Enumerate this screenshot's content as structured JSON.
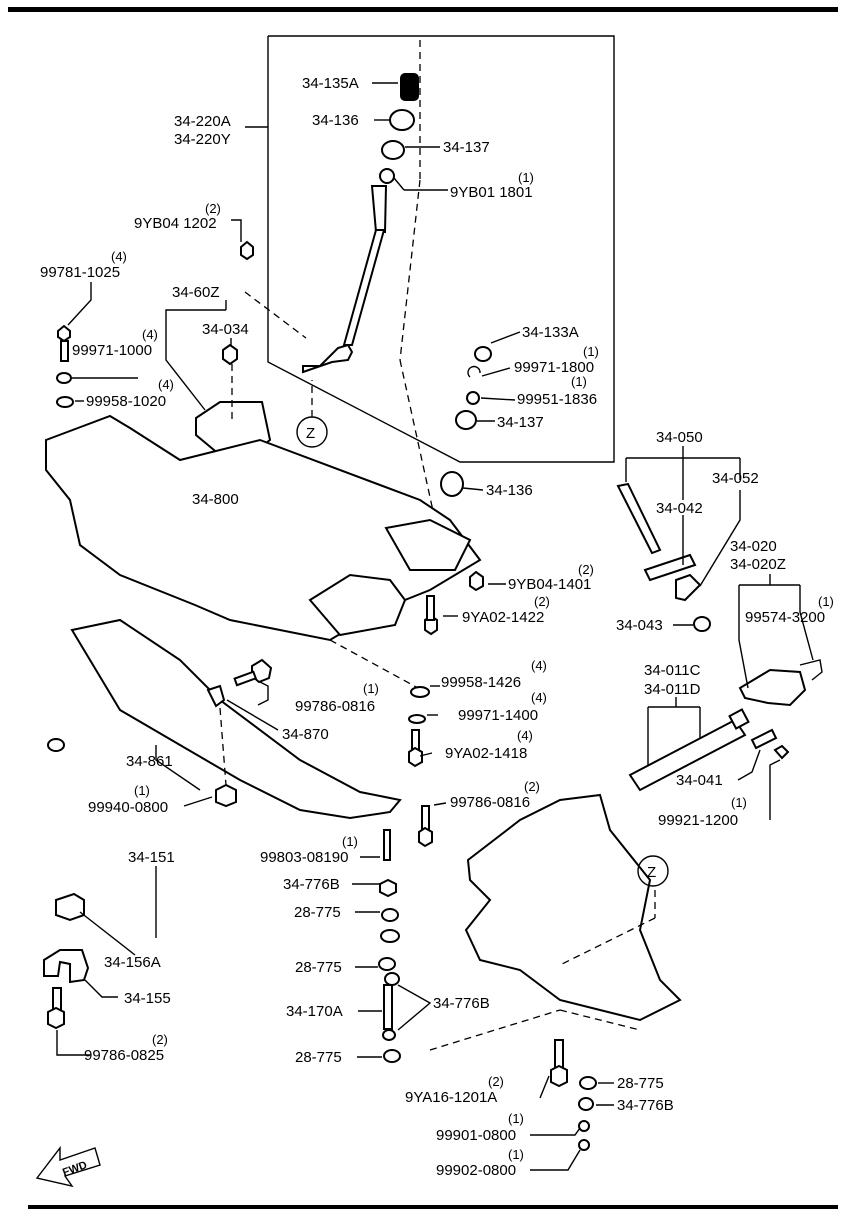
{
  "labels": {
    "p34_135A": "34-135A",
    "p34_136_top": "34-136",
    "p34_137_top": "34-137",
    "p9YB01": "9YB01 1801",
    "p9YB01_qty": "(1)",
    "p34_220A": "34-220A",
    "p34_220Y": "34-220Y",
    "p9YB04_1202": "9YB04 1202",
    "p9YB04_1202_qty": "(2)",
    "p99781": "99781-1025",
    "p99781_qty": "(4)",
    "p34_60Z": "34-60Z",
    "p34_034": "34-034",
    "p99971_1000": "99971-1000",
    "p99971_1000_qty": "(4)",
    "p99958_1020": "99958-1020",
    "p99958_1020_qty": "(4)",
    "p34_133A": "34-133A",
    "p99971_1800": "99971-1800",
    "p99971_1800_qty": "(1)",
    "p99951_1836": "99951-1836",
    "p99951_1836_qty": "(1)",
    "p34_137_mid": "34-137",
    "pZ_top": "Z",
    "p34_050": "34-050",
    "p34_052": "34-052",
    "p34_042": "34-042",
    "p34_136_mid": "34-136",
    "p34_800": "34-800",
    "p34_020": "34-020",
    "p34_020Z": "34-020Z",
    "p9YB04_1401": "9YB04-1401",
    "p9YB04_1401_qty": "(2)",
    "p9YA02_1422": "9YA02-1422",
    "p9YA02_1422_qty": "(2)",
    "p99574": "99574-3200",
    "p99574_qty": "(1)",
    "p34_043": "34-043",
    "p34_011C": "34-011C",
    "p34_011D": "34-011D",
    "p99958_1426": "99958-1426",
    "p99958_1426_qty": "(4)",
    "p99786_0816_a": "99786-0816",
    "p99786_0816_a_qty": "(1)",
    "p99971_1400": "99971-1400",
    "p99971_1400_qty": "(4)",
    "p34_870": "34-870",
    "p9YA02_1418": "9YA02-1418",
    "p9YA02_1418_qty": "(4)",
    "p34_861": "34-861",
    "p34_041": "34-041",
    "p99786_0816_b": "99786-0816",
    "p99786_0816_b_qty": "(2)",
    "p99940": "99940-0800",
    "p99940_qty": "(1)",
    "p99921": "99921-1200",
    "p99921_qty": "(1)",
    "p99803": "99803-08190",
    "p99803_qty": "(1)",
    "p34_151": "34-151",
    "p34_776B_a": "34-776B",
    "pZ_bot": "Z",
    "p28_775_a": "28-775",
    "p34_156A": "34-156A",
    "p28_775_b": "28-775",
    "p34_155": "34-155",
    "p34_170A": "34-170A",
    "p34_776B_b": "34-776B",
    "p99786_0825": "99786-0825",
    "p99786_0825_qty": "(2)",
    "p28_775_c": "28-775",
    "p9YA16": "9YA16-1201A",
    "p9YA16_qty": "(2)",
    "p28_775_d": "28-775",
    "p34_776B_c": "34-776B",
    "p99901": "99901-0800",
    "p99901_qty": "(1)",
    "p99902": "99902-0800",
    "p99902_qty": "(1)",
    "fwd": "FWD"
  }
}
